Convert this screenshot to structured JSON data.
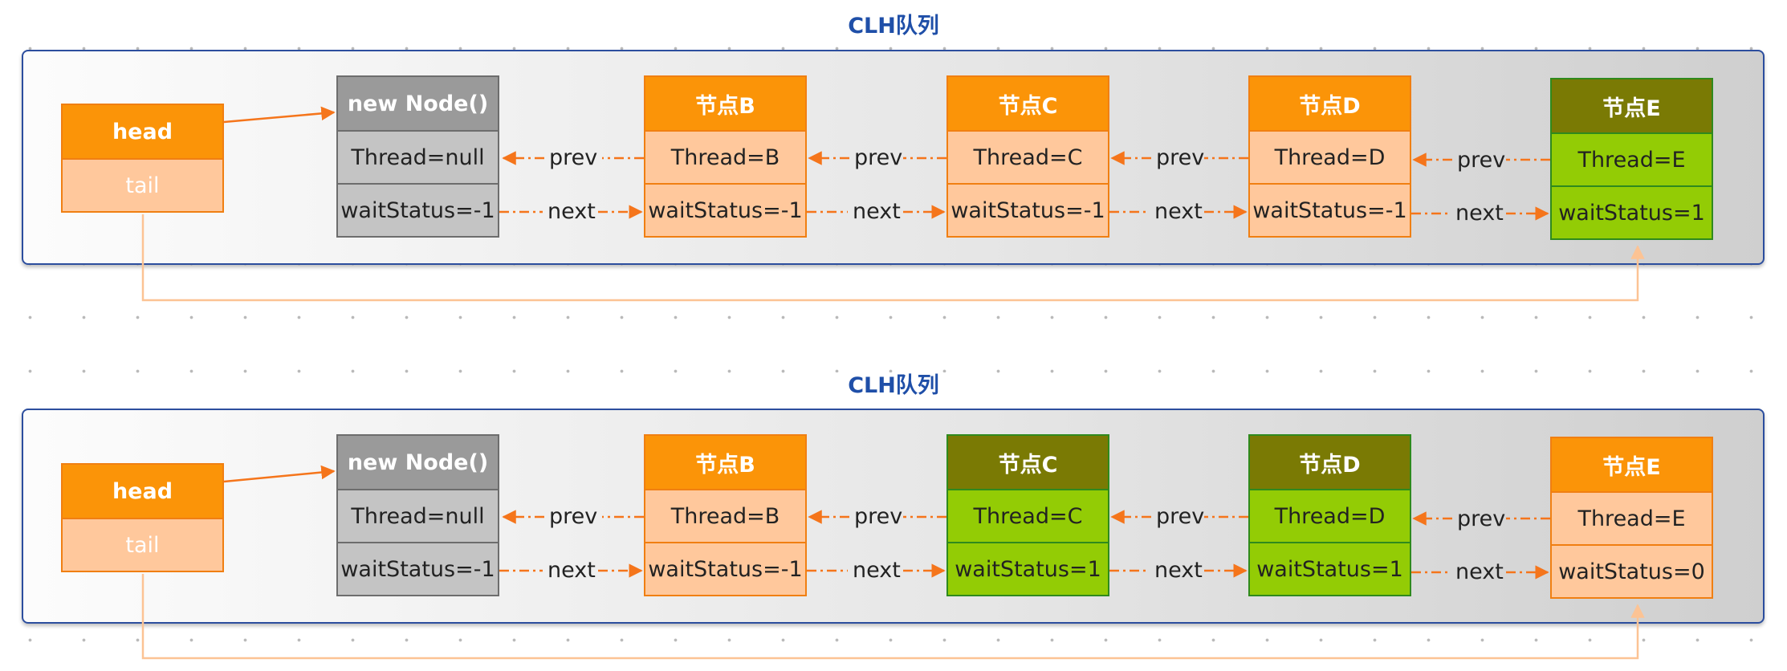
{
  "panels": [
    {
      "title": "CLH队列",
      "head_label": "head",
      "tail_label": "tail",
      "nodes": [
        {
          "header": "new Node()",
          "thread": "Thread=null",
          "status": "waitStatus=-1",
          "style": "gray"
        },
        {
          "header": "节点B",
          "thread": "Thread=B",
          "status": "waitStatus=-1",
          "style": "orange"
        },
        {
          "header": "节点C",
          "thread": "Thread=C",
          "status": "waitStatus=-1",
          "style": "orange"
        },
        {
          "header": "节点D",
          "thread": "Thread=D",
          "status": "waitStatus=-1",
          "style": "orange"
        },
        {
          "header": "节点E",
          "thread": "Thread=E",
          "status": "waitStatus=1",
          "style": "green"
        }
      ],
      "edge_labels": {
        "prev": "prev",
        "next": "next"
      }
    },
    {
      "title": "CLH队列",
      "head_label": "head",
      "tail_label": "tail",
      "nodes": [
        {
          "header": "new Node()",
          "thread": "Thread=null",
          "status": "waitStatus=-1",
          "style": "gray"
        },
        {
          "header": "节点B",
          "thread": "Thread=B",
          "status": "waitStatus=-1",
          "style": "orange"
        },
        {
          "header": "节点C",
          "thread": "Thread=C",
          "status": "waitStatus=1",
          "style": "green"
        },
        {
          "header": "节点D",
          "thread": "Thread=D",
          "status": "waitStatus=1",
          "style": "green"
        },
        {
          "header": "节点E",
          "thread": "Thread=E",
          "status": "waitStatus=0",
          "style": "orange"
        }
      ],
      "edge_labels": {
        "prev": "prev",
        "next": "next"
      }
    }
  ],
  "colors": {
    "gray_header": "#9a9a9a",
    "gray_body": "#c4c4c4",
    "orange_header": "#fb9408",
    "orange_body": "#ffc89c",
    "green_header": "#7a7a04",
    "green_body": "#93cc05",
    "arrow": "#f5751b",
    "tail_line": "#fcc394",
    "title": "#1f4fa8",
    "panel_border": "#2c4e9e"
  }
}
